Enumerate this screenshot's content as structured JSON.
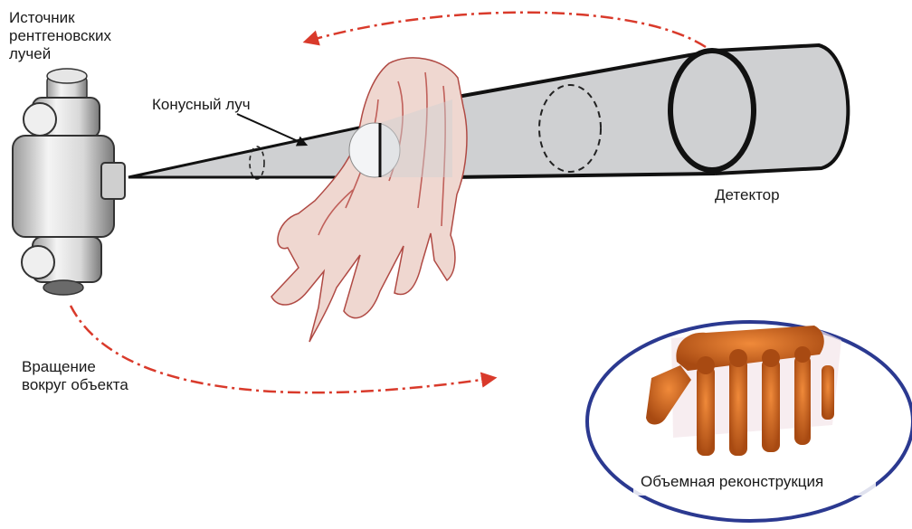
{
  "labels": {
    "source_line1": "Источник",
    "source_line2": "рентгеновских",
    "source_line3": "лучей",
    "cone_beam": "Конусный луч",
    "detector": "Детектор",
    "rotation_line1": "Вращение",
    "rotation_line2": "вокруг объекта",
    "reconstruction": "Объемная реконструкция"
  },
  "colors": {
    "cone_fill": "#cfd0d2",
    "outline": "#111111",
    "rotation_arrow": "#d93a2b",
    "recon_border": "#2b3990",
    "bone": "#c8621c",
    "skin": "#e8b8b0"
  },
  "icons": {
    "source": "xray-tube-icon",
    "object": "hand-illustration",
    "detector": "detector-ring-icon",
    "reconstruction": "3d-bone-reconstruction"
  }
}
